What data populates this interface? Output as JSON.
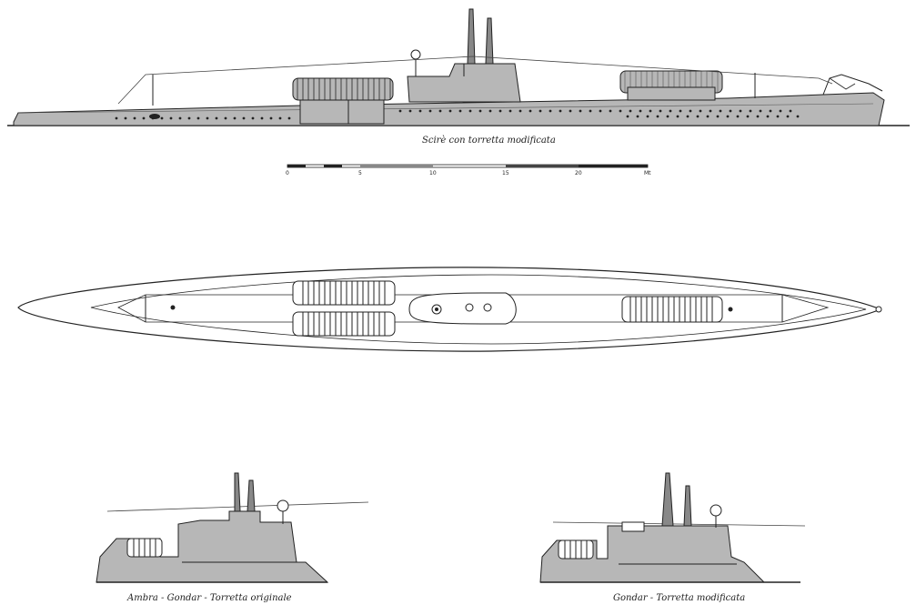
{
  "captions": {
    "side_view": "Scirè con torretta modificata",
    "tower_original": "Ambra - Gondar - Torretta originale",
    "tower_modified": "Gondar - Torretta modificata"
  },
  "scale_bar": {
    "ticks": [
      "0",
      "5",
      "10",
      "15",
      "20"
    ],
    "unit": "Mt"
  },
  "colors": {
    "hull_gray": "#b7b7b7",
    "line": "#222222",
    "paper": "#ffffff"
  }
}
